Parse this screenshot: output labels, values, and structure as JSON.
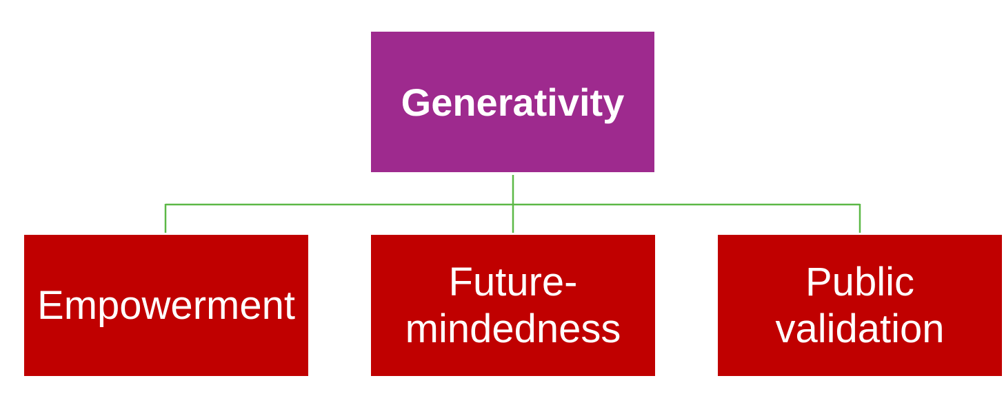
{
  "colors": {
    "root_fill": "#9e2a8e",
    "child_fill": "#c00000",
    "connector": "#5cb846",
    "text": "#ffffff"
  },
  "root": {
    "label": "Generativity"
  },
  "children": [
    {
      "label": "Empowerment"
    },
    {
      "label_line1": "Future-",
      "label_line2": "mindedness"
    },
    {
      "label_line1": "Public",
      "label_line2": "validation"
    }
  ]
}
